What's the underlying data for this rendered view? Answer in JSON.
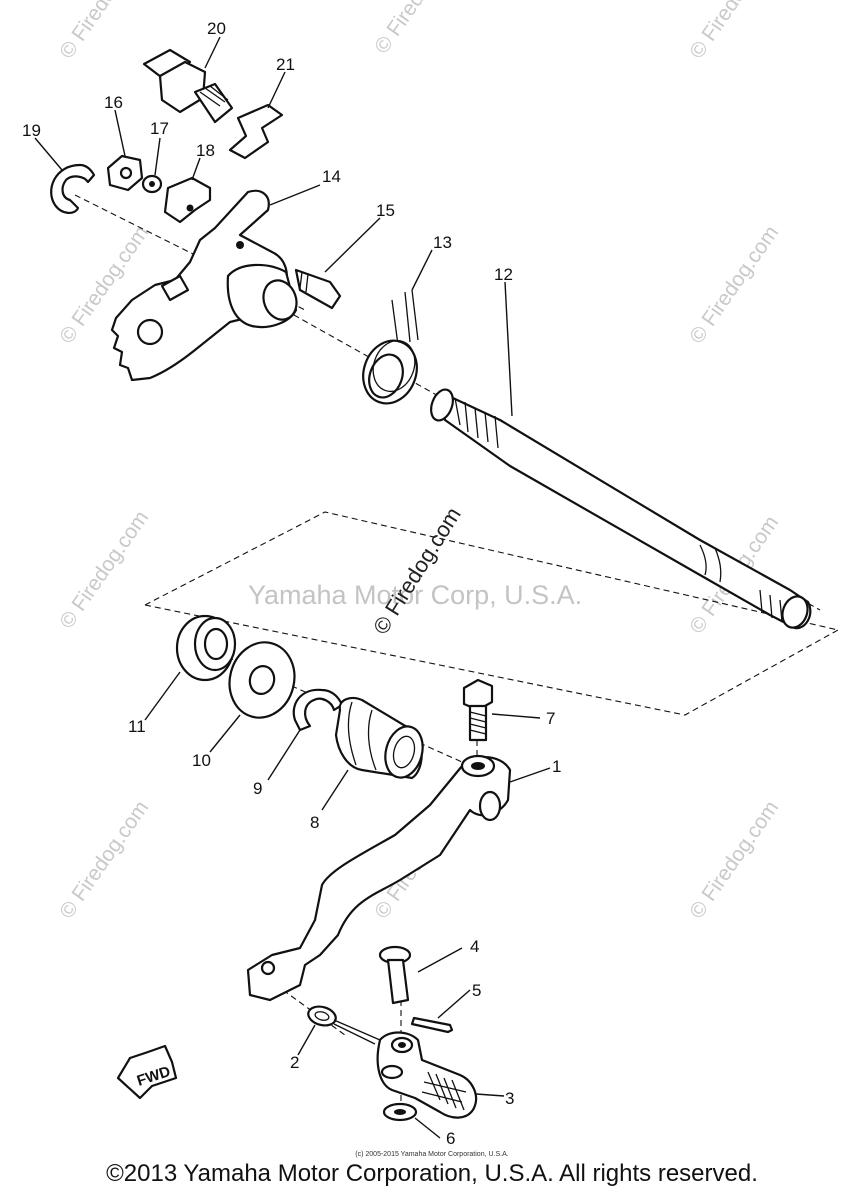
{
  "watermarks": {
    "repeat_text": "© Firedog.com",
    "center_brand": "Yamaha Motor Corp, U.S.A.",
    "center_firedog": "© Firedog.com"
  },
  "callouts": {
    "p1": "1",
    "p2": "2",
    "p3": "3",
    "p4": "4",
    "p5": "5",
    "p6": "6",
    "p7": "7",
    "p8": "8",
    "p9": "9",
    "p10": "10",
    "p11": "11",
    "p12": "12",
    "p13": "13",
    "p14": "14",
    "p15": "15",
    "p16": "16",
    "p17": "17",
    "p18": "18",
    "p19": "19",
    "p20": "20",
    "p21": "21"
  },
  "fwd_label": "FWD",
  "small_copyright": "(c) 2005-2015 Yamaha Motor Corporation, U.S.A.",
  "footer": "©2013 Yamaha Motor Corporation, U.S.A. All rights reserved."
}
